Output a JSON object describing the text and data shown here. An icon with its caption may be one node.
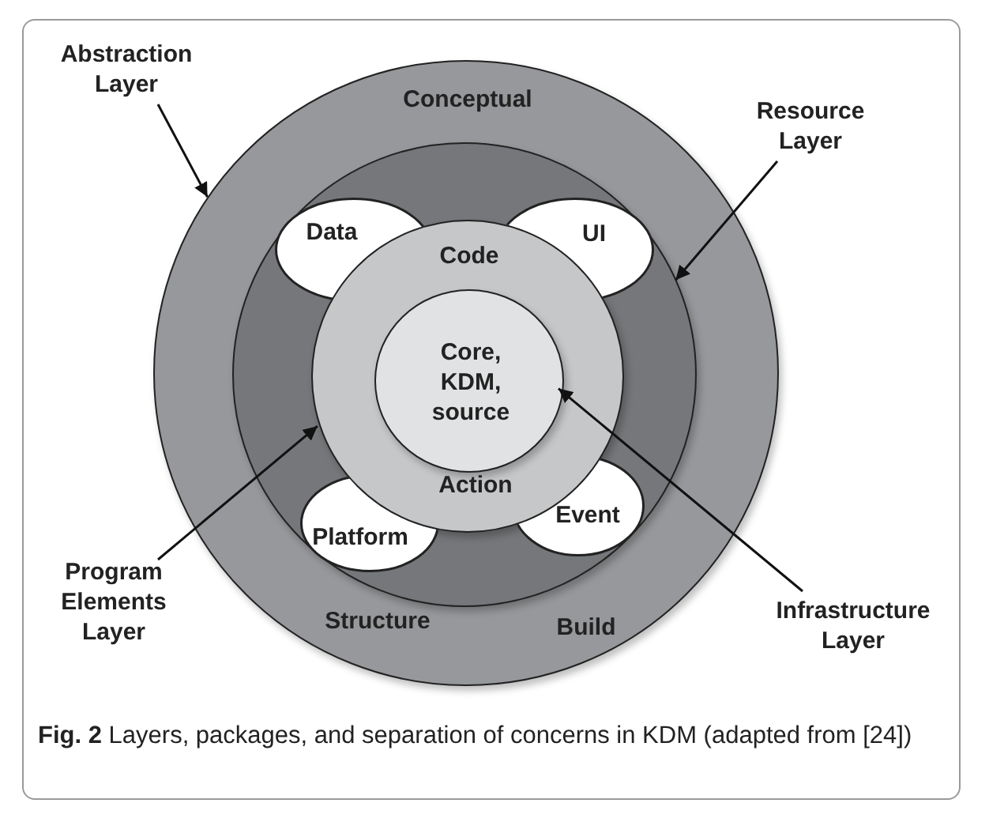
{
  "diagram": {
    "caption": "**Fig. 2** Layers, packages, and separation of concerns in KDM (adapted from [24])",
    "nodes": [
      {
        "text": [
          "Abstraction Layer"
        ]
      },
      {
        "text": [
          "Conceptual",
          "Structure",
          "Build"
        ]
      },
      {
        "text": [],
        "shape": "circle",
        "in": 1
      },
      {
        "text": [
          "Data"
        ],
        "in": 2
      },
      {
        "text": [
          "UI"
        ],
        "in": 2
      },
      {
        "text": [
          "Code",
          "Action"
        ],
        "in": 2
      },
      {
        "text": [
          "Core, KDM, source"
        ],
        "in": 5
      },
      {
        "text": [
          "Platform"
        ],
        "in": 2
      },
      {
        "text": [
          "Event"
        ],
        "in": 2
      },
      {
        "text": [
          "Resource Layer"
        ]
      },
      {
        "text": [
          "Program Elements Layer"
        ]
      },
      {
        "text": [
          "Infrastructure Layer"
        ]
      }
    ],
    "edges": [
      {
        "from": 0,
        "to": 1,
        "arrow": "to"
      },
      {
        "from": 9,
        "to": 2,
        "arrow": "to"
      },
      {
        "from": 10,
        "to": 5,
        "arrow": "to"
      },
      {
        "from": 11,
        "to": 6,
        "arrow": "to"
      }
    ]
  }
}
